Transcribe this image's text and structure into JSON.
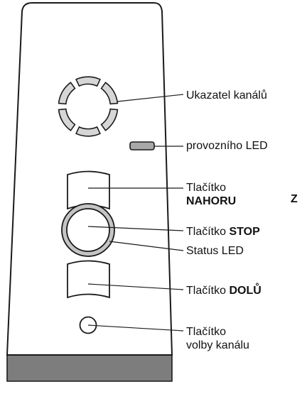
{
  "labels": {
    "channel_indicator": "Ukazatel kanálů",
    "operating_led": "provozního LED",
    "up_button_prefix": "Tlačítko",
    "up_button_bold": "NAHORU",
    "stop_button_prefix": "Tlačítko ",
    "stop_button_bold": "STOP",
    "status_led": "Status LED",
    "down_button_prefix": "Tlačítko ",
    "down_button_bold": "DOLŮ",
    "channel_select_line1": "Tlačítko",
    "channel_select_line2": "volby kanálu",
    "cut_off_text": "Z"
  },
  "colors": {
    "outline": "#1a1a1a",
    "base_fill": "#7d7d7d",
    "segment_fill": "#d6d6d6",
    "led_fill": "#a8a8a8",
    "ring_fill": "#c4c4c4"
  }
}
